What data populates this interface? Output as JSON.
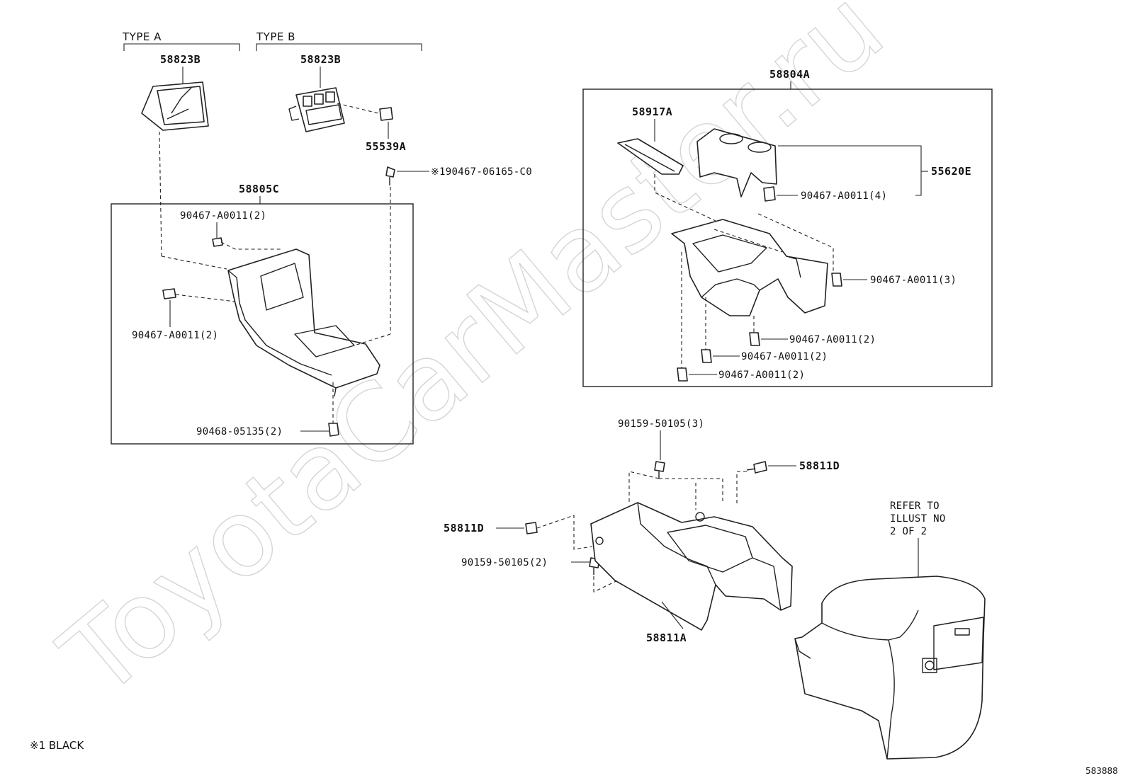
{
  "watermark": "ToyotaCarMaster.ru",
  "type_labels": [
    "TYPE A",
    "TYPE B"
  ],
  "parts": {
    "shift_bezel_a": "58823B",
    "shift_bezel_b": "58823B",
    "insert_55539a": "55539A",
    "screw_top_note": "※190467-06165-C0",
    "console_58805c": "58805C",
    "clip_upper_left": "90467-A0011(2)",
    "clip_mid_left": "90467-A0011(2)",
    "clip_lower": "90468-05135(2)",
    "box_58804a": "58804A",
    "lid_58917a": "58917A",
    "holder_55620e": "55620E",
    "clip_4": "90467-A0011(4)",
    "clip_3": "90467-A0011(3)",
    "clip_r1": "90467-A0011(2)",
    "clip_r2": "90467-A0011(2)",
    "clip_r3": "90467-A0011(2)",
    "screw_3": "90159-50105(3)",
    "bolt_right": "58811D",
    "bolt_left": "58811D",
    "screw_2": "90159-50105(2)",
    "body_58811a": "58811A"
  },
  "refer_note": [
    "REFER TO",
    "ILLUST NO",
    "2 OF 2"
  ],
  "footnote": "※1 BLACK",
  "illustration_id": "583888"
}
